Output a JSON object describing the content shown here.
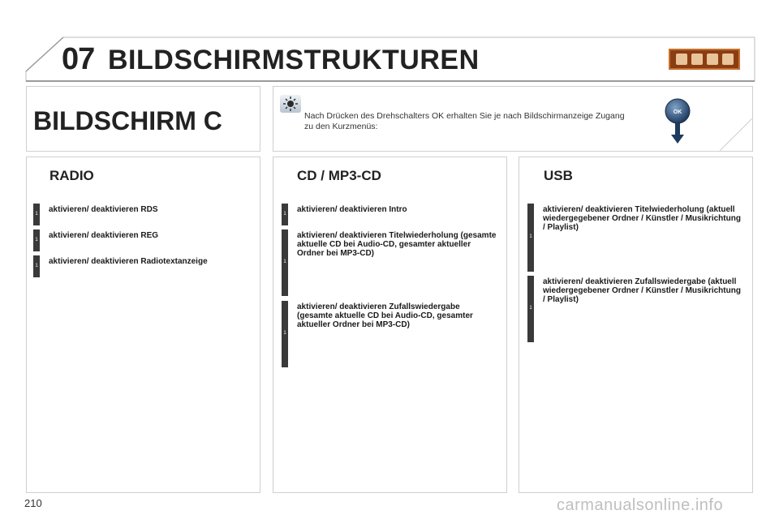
{
  "header": {
    "chapter_number": "07",
    "chapter_title": "BILDSCHIRMSTRUKTUREN"
  },
  "screen": {
    "title": "BILDSCHIRM C"
  },
  "intro": {
    "text": "Nach Drücken des Drehschalters OK erhalten Sie je nach Bildschirmanzeige Zugang zu den Kurzmenüs:",
    "ok_label": "OK"
  },
  "radio": {
    "title": "RADIO",
    "items": [
      {
        "level": "1",
        "text": "aktivieren/ deaktivieren RDS"
      },
      {
        "level": "1",
        "text": "aktivieren/ deaktivieren REG"
      },
      {
        "level": "1",
        "text": "aktivieren/ deaktivieren Radiotextanzeige"
      }
    ]
  },
  "cd": {
    "title": "CD / MP3-CD",
    "items": [
      {
        "level": "1",
        "text": "aktivieren/ deaktivieren Intro"
      },
      {
        "level": "1",
        "text": "aktivieren/ deaktivieren Titelwiederholung (gesamte aktuelle CD bei Audio-CD, gesamter aktueller Ordner bei MP3-CD)"
      },
      {
        "level": "1",
        "text": "aktivieren/ deaktivieren Zufallswiedergabe (gesamte aktuelle CD bei Audio-CD, gesamter aktueller Ordner bei MP3-CD)"
      }
    ]
  },
  "usb": {
    "title": "USB",
    "items": [
      {
        "level": "1",
        "text": "aktivieren/ deaktivieren Titelwiederholung (aktuell wiedergegebener Ordner / Künstler / Musikrichtung / Playlist)"
      },
      {
        "level": "1",
        "text": "aktivieren/ deaktivieren Zufallswiedergabe (aktuell wiedergegebener Ordner / Künstler / Musikrichtung / Playlist)"
      }
    ]
  },
  "footer": {
    "page_number": "210",
    "watermark": "carmanualsonline.info"
  },
  "colors": {
    "bar": "#3a3a3a",
    "chapter_icons_bg": "#8b3d12",
    "ok_knob": "#1e3a5f"
  },
  "icons": [
    "brightness-icon",
    "ok-knob-icon",
    "chapter-icons"
  ]
}
